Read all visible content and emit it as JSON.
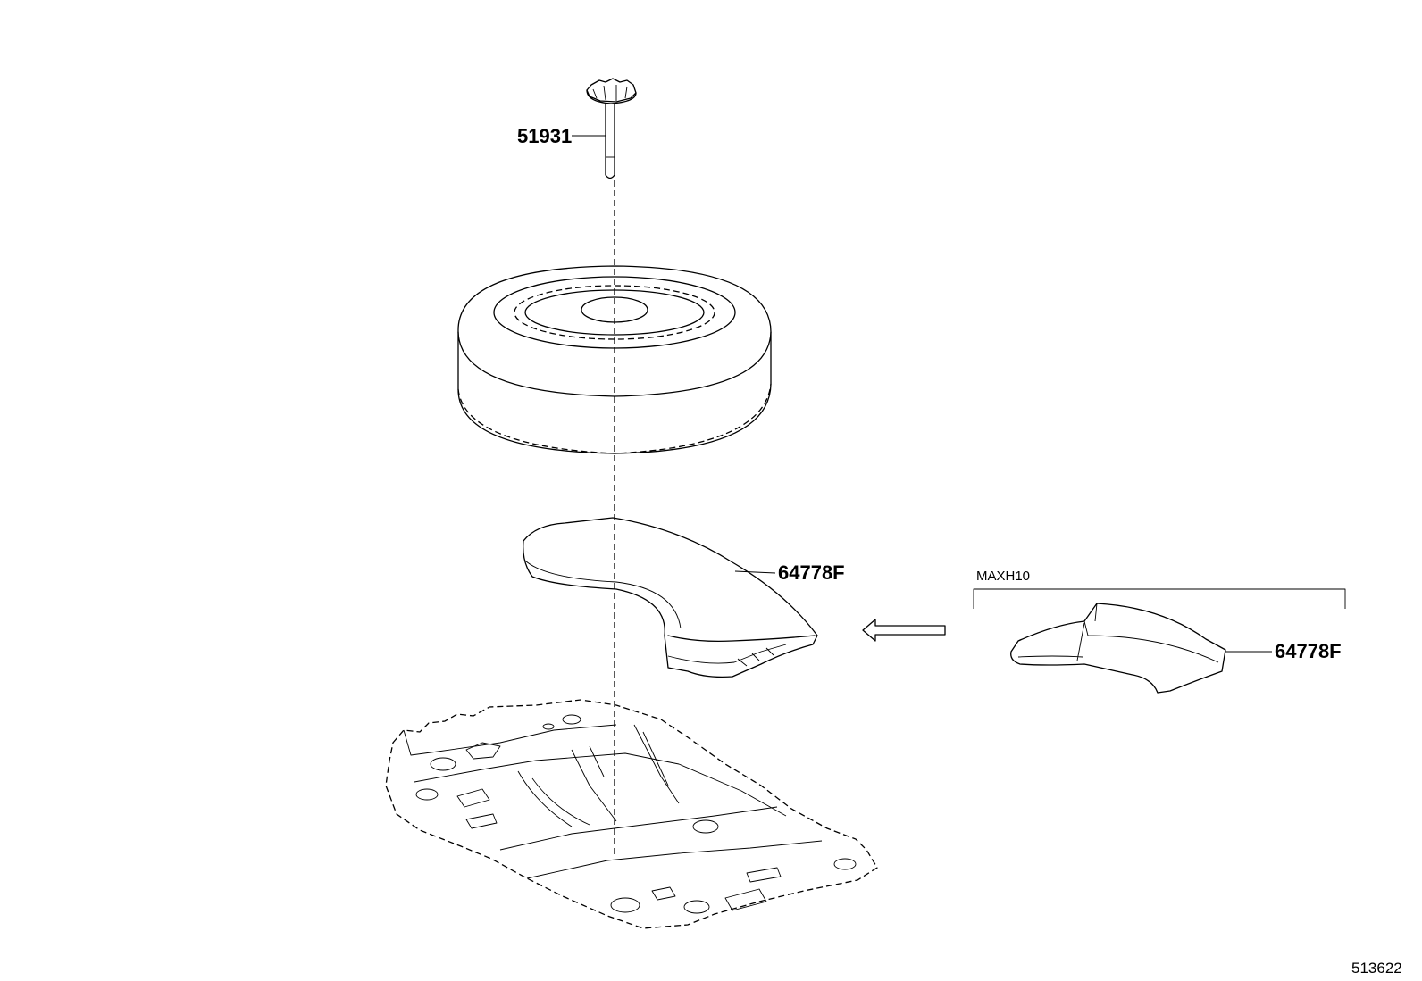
{
  "callouts": {
    "hold_down_bolt": "51931",
    "spare_tire_cover": "64778F",
    "spare_tire_cover_variant": "64778F"
  },
  "variant": {
    "model_code": "MAXH10"
  },
  "illustration_number": "513622"
}
